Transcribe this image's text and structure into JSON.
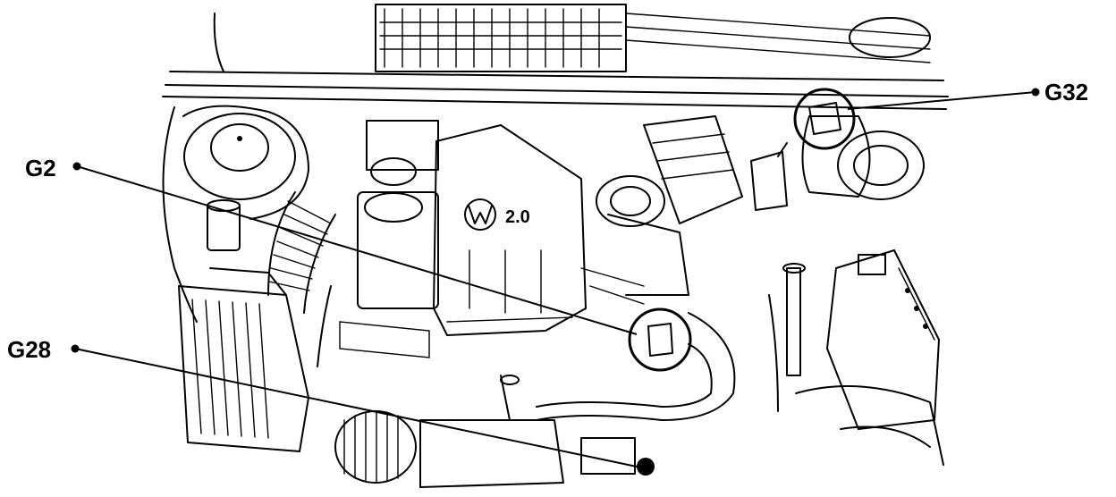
{
  "callouts": [
    {
      "id": "g2",
      "label": "G2"
    },
    {
      "id": "g28",
      "label": "G28"
    },
    {
      "id": "g32",
      "label": "G32"
    }
  ],
  "cover_marking": "2.0",
  "colors": {
    "ink": "#000000",
    "paper": "#ffffff"
  },
  "icons": [
    "vw-logo-icon",
    "callout-dot-icon"
  ]
}
